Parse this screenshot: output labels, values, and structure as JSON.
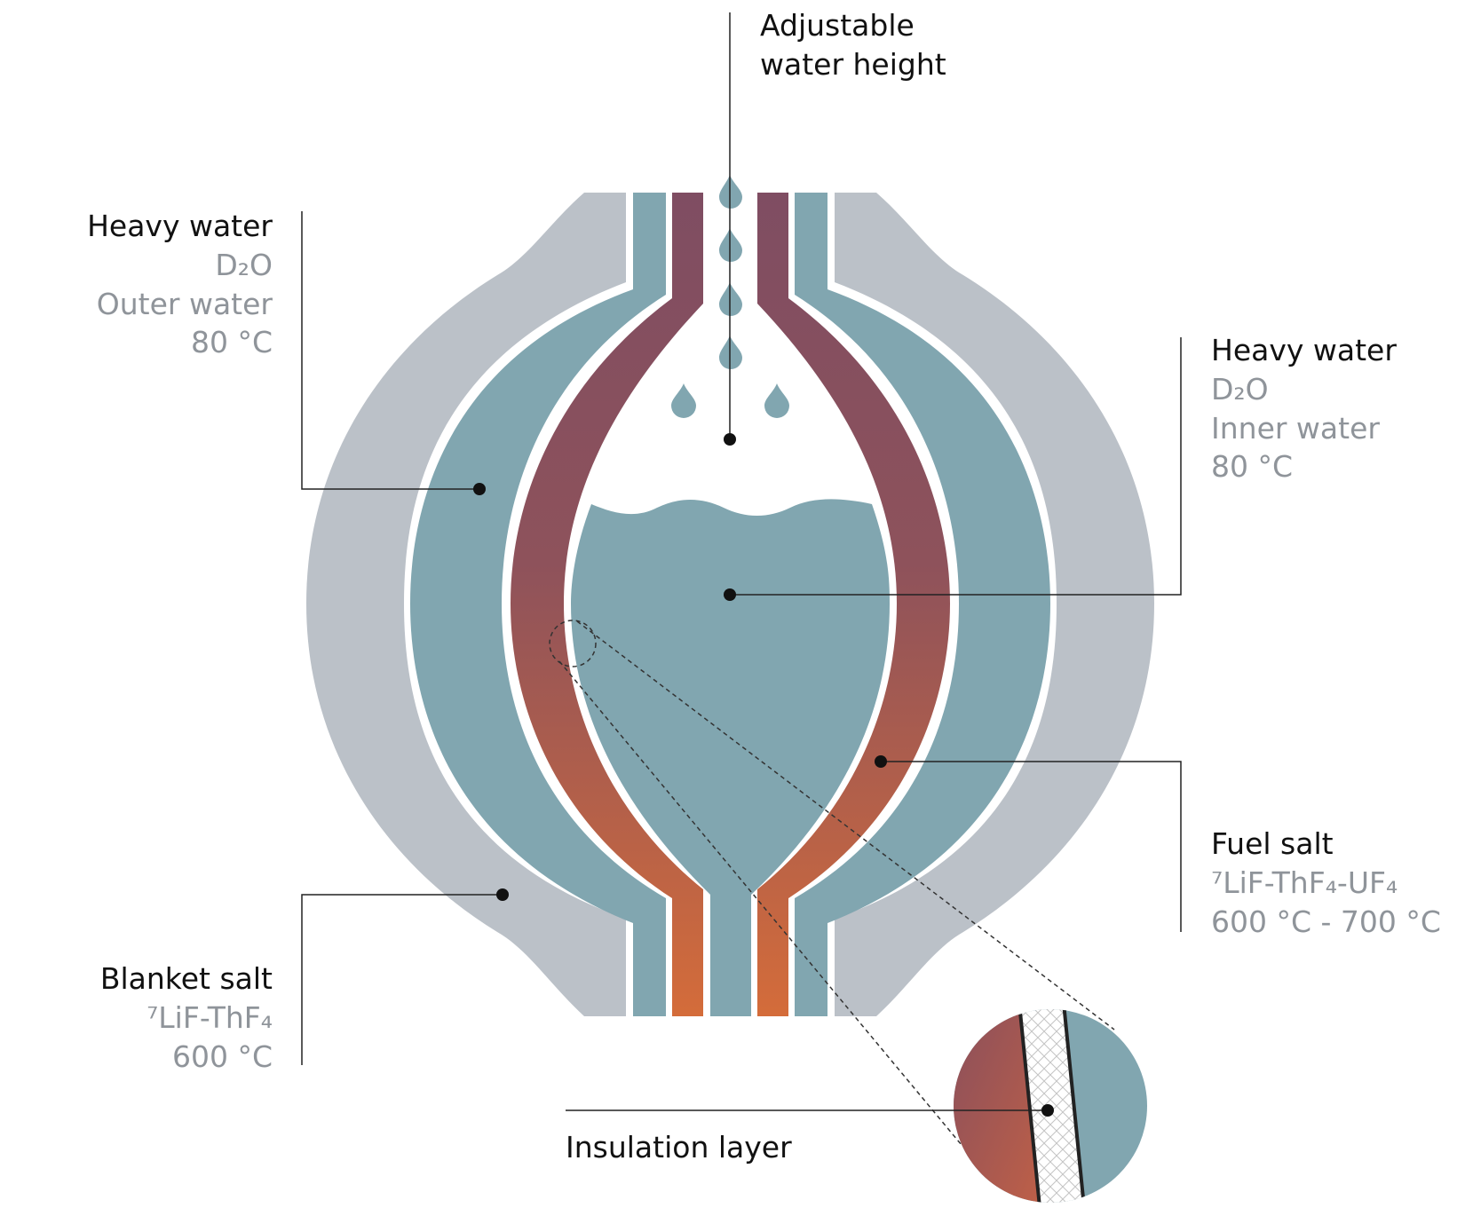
{
  "labels": {
    "adjustable": {
      "line1": "Adjustable",
      "line2": "water height"
    },
    "outer_water": {
      "title": "Heavy water",
      "formula": "D₂O",
      "desc": "Outer water",
      "temp": "80 °C"
    },
    "inner_water": {
      "title": "Heavy water",
      "formula": "D₂O",
      "desc": "Inner water",
      "temp": "80 °C"
    },
    "fuel_salt": {
      "title": "Fuel salt",
      "formula": "⁷LiF-ThF₄-UF₄",
      "temp": "600 °C - 700 °C"
    },
    "blanket_salt": {
      "title": "Blanket salt",
      "formula": "⁷LiF-ThF₄",
      "temp": "600 °C"
    },
    "insulation": {
      "title": "Insulation layer"
    }
  },
  "colors": {
    "blanket_salt": "#bbc1c8",
    "heavy_water": "#81a6b0",
    "fuel_top": "#7f4d62",
    "fuel_bottom": "#d46c3a",
    "label_main": "#111111",
    "label_sub": "#8f949a"
  }
}
